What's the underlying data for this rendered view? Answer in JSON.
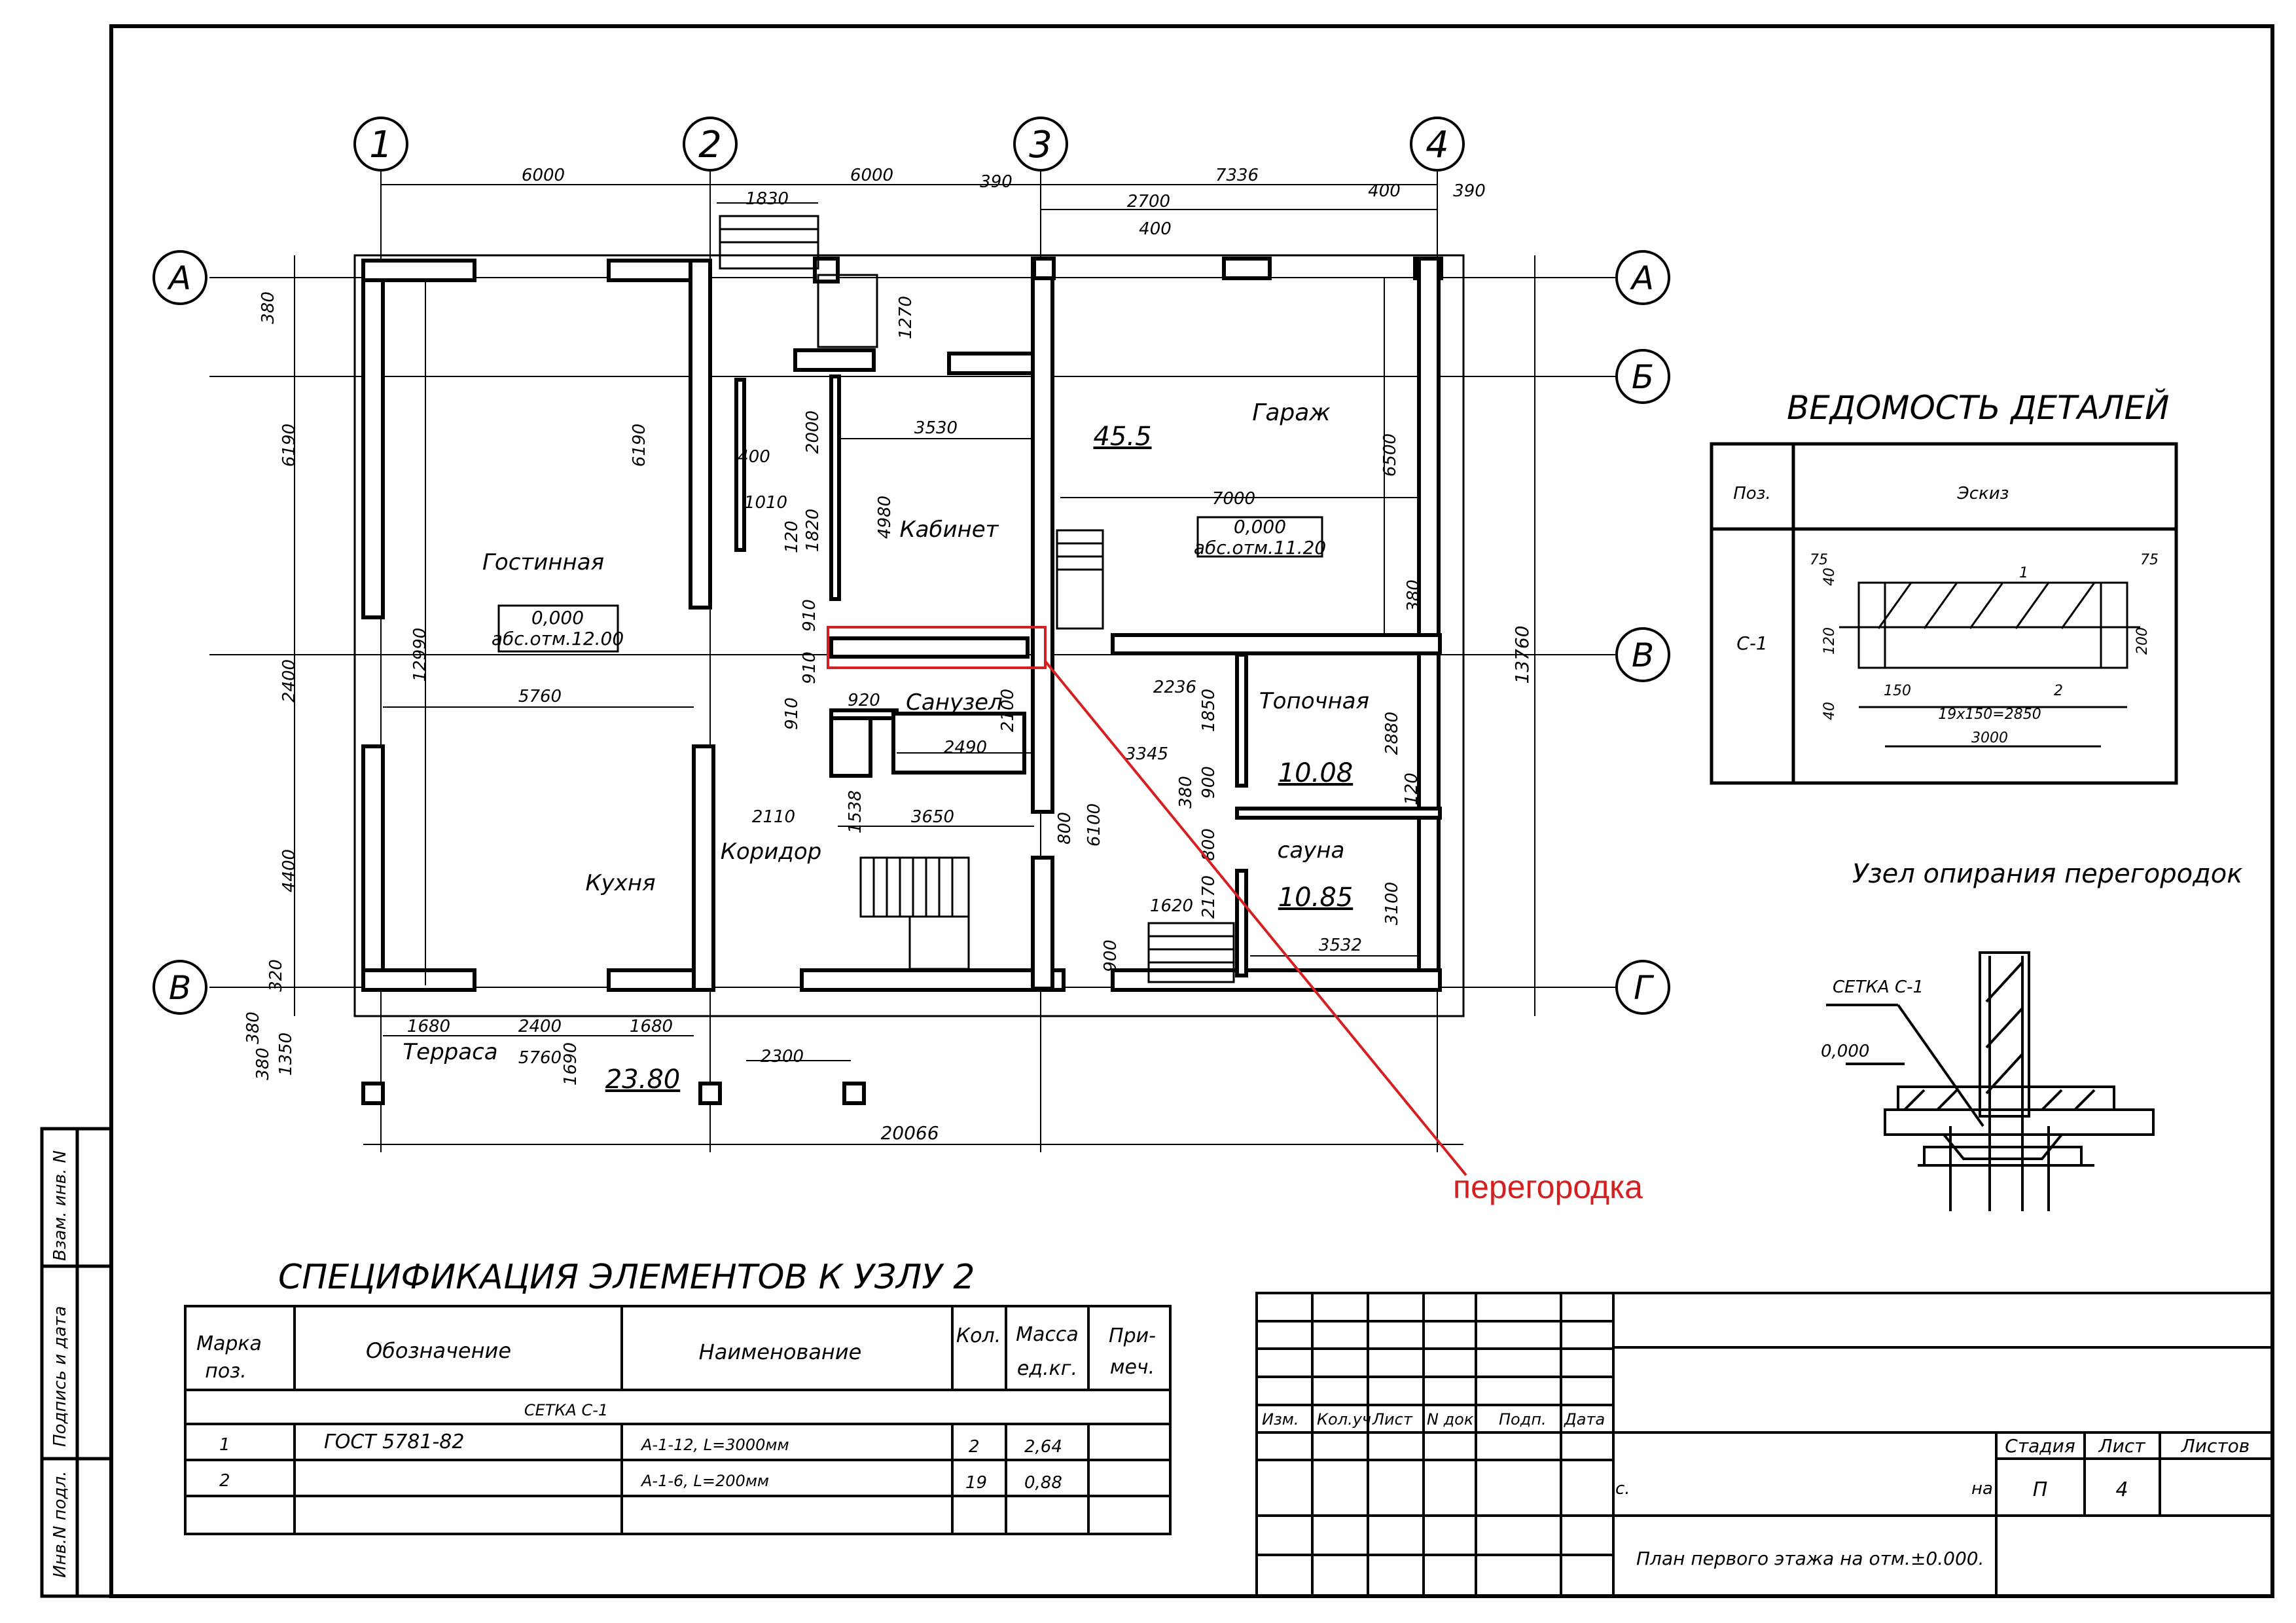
{
  "axes": {
    "columns": [
      "1",
      "2",
      "3",
      "4"
    ],
    "rows_left": [
      "А",
      "В"
    ],
    "rows_right": [
      "А",
      "Б",
      "В",
      "Г"
    ]
  },
  "rooms": {
    "living": "Гостинная",
    "kitchen": "Кухня",
    "office": "Кабинет",
    "bathroom": "Санузел",
    "corridor": "Коридор",
    "garage": "Гараж",
    "boiler": "Топочная",
    "sauna": "сауна",
    "terrace": "Терраса"
  },
  "areas": {
    "garage": "45.5",
    "boiler": "10.08",
    "sauna": "10.85",
    "terrace": "23.80"
  },
  "levels": {
    "living_val": "0,000",
    "living_abs": "абс.отм.12.00",
    "garage_val": "0,000",
    "garage_abs": "абс.отм.11.20"
  },
  "dimensions": {
    "top": [
      "6000",
      "6000",
      "390",
      "7336",
      "1830",
      "2700",
      "400",
      "400",
      "390"
    ],
    "total": "20066",
    "right_total": "13760",
    "left": [
      "380",
      "6190",
      "2400",
      "4400",
      "320",
      "380",
      "1350",
      "380"
    ],
    "interior": [
      "6190",
      "12990",
      "5760",
      "400",
      "1010",
      "120",
      "1820",
      "2000",
      "910",
      "910",
      "910",
      "3530",
      "4980",
      "920",
      "2100",
      "2490",
      "2110",
      "1538",
      "3650",
      "800",
      "6100",
      "3345",
      "2236",
      "1850",
      "900",
      "380",
      "2880",
      "120",
      "800",
      "2170",
      "1620",
      "900",
      "3100",
      "3532",
      "7000",
      "6500",
      "380",
      "1270",
      "1680",
      "2400",
      "1680",
      "5760",
      "1690",
      "2300"
    ]
  },
  "annotation": "перегородка",
  "details": {
    "title": "ВЕДОМОСТЬ ДЕТАЛЕЙ",
    "col_pos": "Поз.",
    "col_sketch": "Эскиз",
    "item": "С-1",
    "dims": [
      "75",
      "75",
      "1",
      "40",
      "120",
      "40",
      "150",
      "2",
      "200",
      "19x150=2850",
      "3000"
    ]
  },
  "node": {
    "title": "Узел опирания перегородок",
    "mesh": "СЕТКА С-1",
    "level": "0,000"
  },
  "spec": {
    "title": "СПЕЦИФИКАЦИЯ ЭЛЕМЕНТОВ К УЗЛУ 2",
    "headers": {
      "mark_1": "Марка",
      "mark_2": "поз.",
      "designation": "Обозначение",
      "name": "Наименование",
      "qty": "Кол.",
      "mass_1": "Масса",
      "mass_2": "ед.кг.",
      "note_1": "При-",
      "note_2": "меч."
    },
    "group": "СЕТКА С-1",
    "rows": [
      {
        "mark": "1",
        "designation": "ГОСТ 5781-82",
        "name": "А-1-12, L=3000мм",
        "qty": "2",
        "mass": "2,64"
      },
      {
        "mark": "2",
        "designation": "",
        "name": "А-1-6, L=200мм",
        "qty": "19",
        "mass": "0,88"
      }
    ]
  },
  "title_block": {
    "cols": [
      "Изм.",
      "Кол.уч",
      "Лист",
      "N док.",
      "Подп.",
      "Дата"
    ],
    "stage_label": "Стадия",
    "sheet_label": "Лист",
    "sheets_label": "Листов",
    "stage": "П",
    "sheet": "4",
    "drawing": "План первого этажа на отм.±0.000.",
    "c_mark": "с.",
    "na_mark": "на"
  },
  "side_stamp": [
    "Взам. инв. N",
    "Подпись и дата",
    "Инв.N подл."
  ]
}
